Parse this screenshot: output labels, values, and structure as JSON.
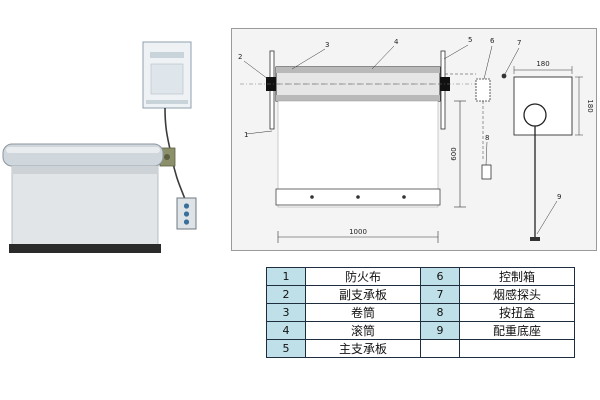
{
  "diagram": {
    "callouts": [
      "1",
      "2",
      "3",
      "4",
      "5",
      "6",
      "7",
      "8",
      "9"
    ],
    "dimensions": {
      "width": "1000",
      "height": "600",
      "box_width": "180",
      "box_height": "180"
    }
  },
  "legend": {
    "rows": [
      {
        "left_num": "1",
        "left_label": "防火布",
        "right_num": "6",
        "right_label": "控制箱"
      },
      {
        "left_num": "2",
        "left_label": "副支承板",
        "right_num": "7",
        "right_label": "烟感探头"
      },
      {
        "left_num": "3",
        "left_label": "卷筒",
        "right_num": "8",
        "right_label": "按扭盒"
      },
      {
        "left_num": "4",
        "left_label": "滚筒",
        "right_num": "9",
        "right_label": "配重底座"
      },
      {
        "left_num": "5",
        "left_label": "主支承板",
        "right_num": "",
        "right_label": ""
      }
    ]
  }
}
